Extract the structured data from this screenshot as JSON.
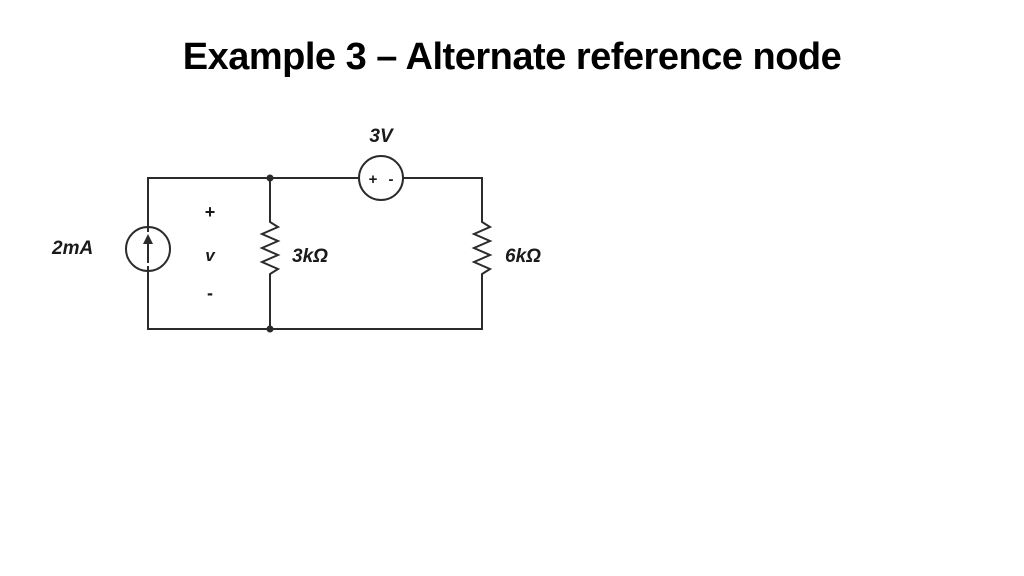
{
  "slide": {
    "title": "Example 3 – Alternate reference node"
  },
  "circuit": {
    "current_source": {
      "label": "2mA",
      "direction": "up"
    },
    "voltage_source": {
      "label": "3V",
      "plus": "+",
      "minus": "-"
    },
    "resistor_1": {
      "label": "3kΩ"
    },
    "resistor_2": {
      "label": "6kΩ"
    },
    "voltage_marker": {
      "plus": "+",
      "name": "v",
      "minus": "-"
    }
  },
  "colors": {
    "wire": "#2b2b2b",
    "text": "#1a1a1a"
  }
}
